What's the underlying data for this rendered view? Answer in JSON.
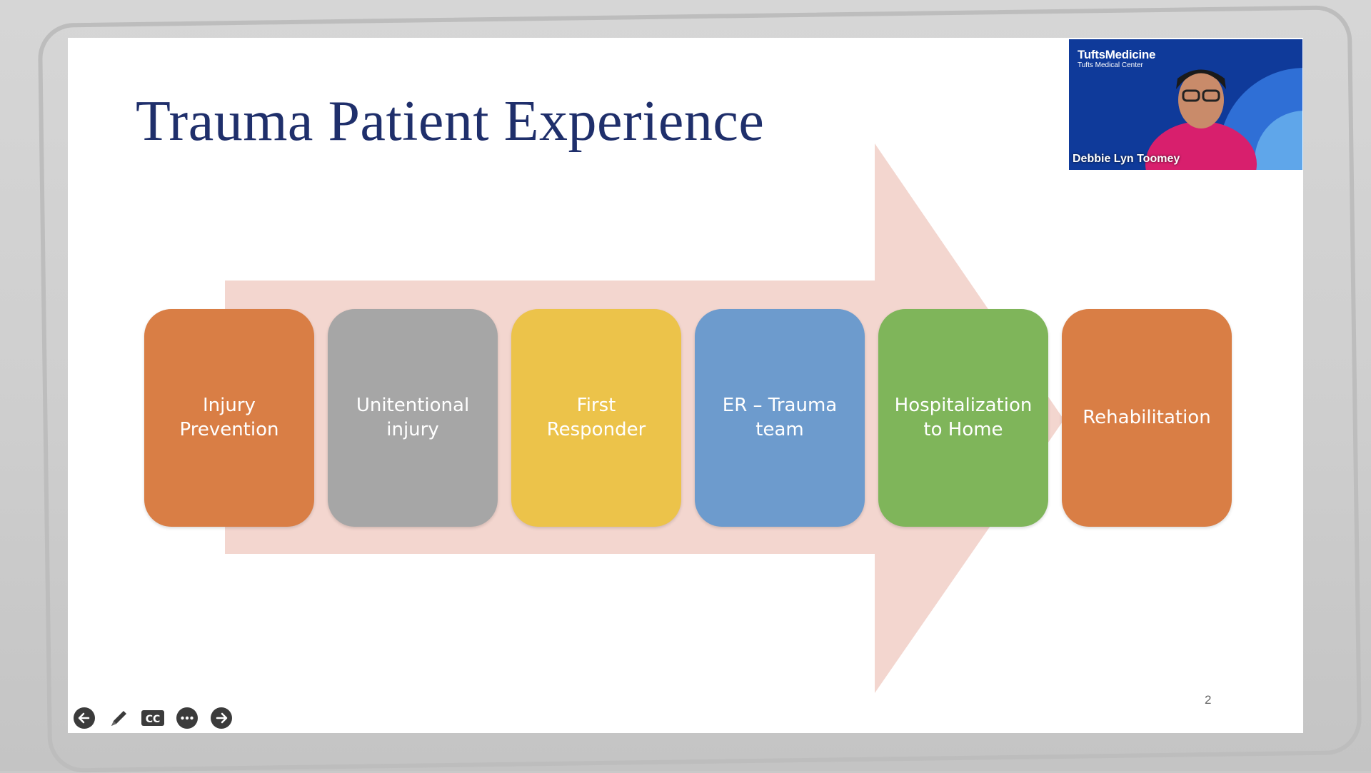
{
  "slide": {
    "title": "Trauma Patient Experience",
    "page_number": "2",
    "steps": [
      {
        "label": "Injury\nPrevention",
        "color": "#d97e45"
      },
      {
        "label": "Unitentional\ninjury",
        "color": "#a6a6a6"
      },
      {
        "label": "First\nResponder",
        "color": "#ecc34a"
      },
      {
        "label": "ER – Trauma\nteam",
        "color": "#6d9bcd"
      },
      {
        "label": "Hospitalization\nto Home",
        "color": "#7fb55a"
      },
      {
        "label": "Rehabilitation",
        "color": "#d97e45"
      }
    ],
    "arrow_color": "#f3d6cf"
  },
  "video": {
    "brand_main": "TuftsMedicine",
    "brand_sub": "Tufts Medical Center",
    "participant_name": "Debbie Lyn Toomey"
  },
  "toolbar": {
    "buttons": [
      {
        "name": "previous-slide-button",
        "icon": "arrow-left-icon"
      },
      {
        "name": "pen-button",
        "icon": "pen-icon"
      },
      {
        "name": "captions-button",
        "icon": "cc-icon"
      },
      {
        "name": "more-options-button",
        "icon": "ellipsis-icon"
      },
      {
        "name": "next-slide-button",
        "icon": "arrow-right-icon"
      }
    ]
  }
}
